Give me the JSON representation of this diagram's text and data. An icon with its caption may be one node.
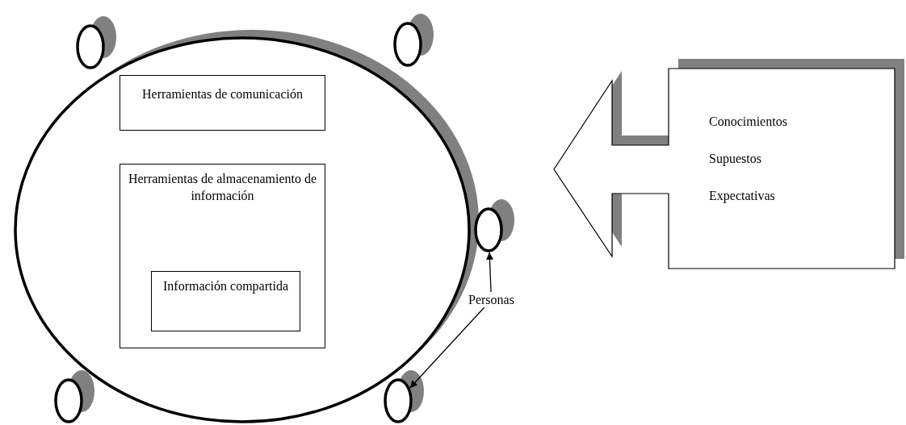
{
  "diagram": {
    "nodes": [
      {
        "text": [],
        "shape": "circle"
      },
      {
        "text": [
          "Herramientas de comunicación"
        ],
        "in": 0
      },
      {
        "text": [
          "Herramientas de almacenamiento de información"
        ],
        "in": 0
      },
      {
        "text": [
          "Información compartida"
        ],
        "in": 2
      },
      {
        "text": [],
        "shape": "circle"
      },
      {
        "text": [],
        "shape": "circle"
      },
      {
        "text": [
          "Conocimientos",
          "Supuestos",
          "Expectativas"
        ]
      },
      {
        "text": [],
        "shape": "circle"
      },
      {
        "text": [
          "Personas"
        ]
      },
      {
        "text": [],
        "shape": "circle"
      },
      {
        "text": [],
        "shape": "circle"
      }
    ],
    "edges": [
      {
        "from": 8,
        "to": 7,
        "arrow": "to"
      },
      {
        "from": 8,
        "to": 10,
        "arrow": "to"
      }
    ]
  }
}
